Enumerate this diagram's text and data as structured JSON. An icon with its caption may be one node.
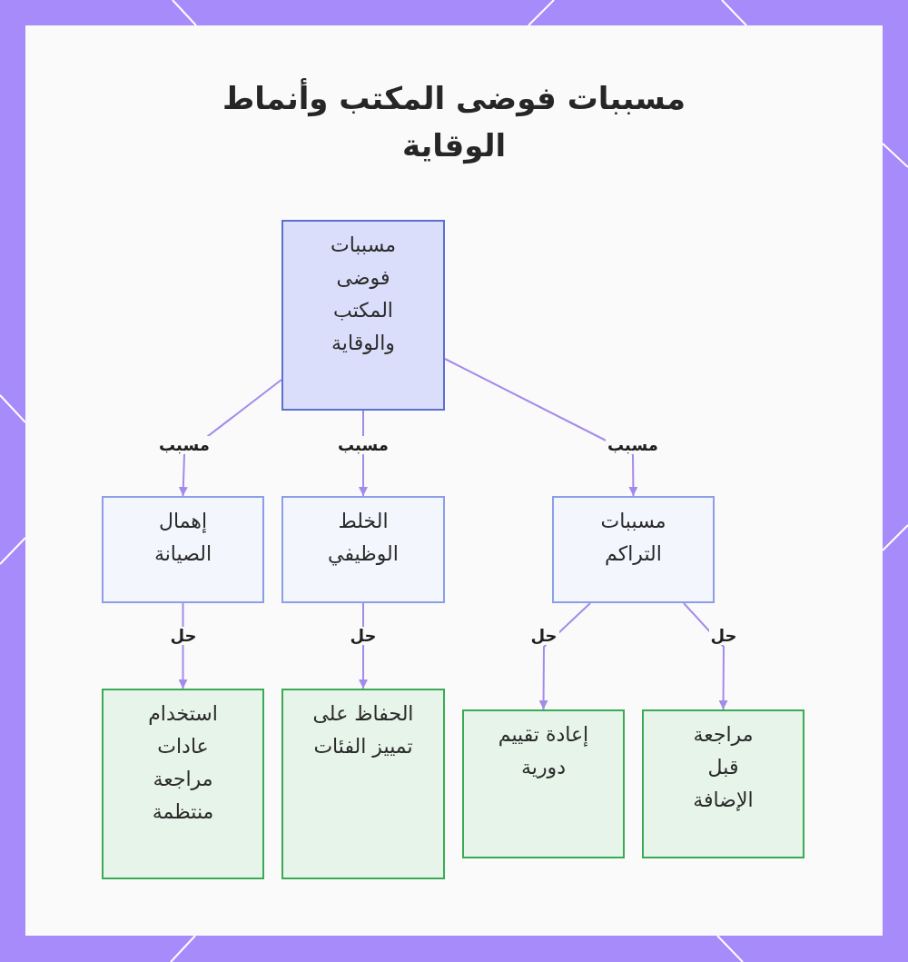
{
  "diagram": {
    "title": "مسببات فوضى المكتب وأنماط الوقاية",
    "nodes": [
      {
        "text": [
          "مسببات فوضى المكتب والوقاية"
        ]
      },
      {
        "text": [
          "إهمال الصيانة"
        ]
      },
      {
        "text": [
          "الخلط الوظيفي"
        ]
      },
      {
        "text": [
          "مسببات التراكم"
        ]
      },
      {
        "text": [
          "استخدام عادات مراجعة منتظمة"
        ]
      },
      {
        "text": [
          "الحفاظ على تمييز الفئات"
        ]
      },
      {
        "text": [
          "إعادة تقييم دورية"
        ]
      },
      {
        "text": [
          "مراجعة قبل الإضافة"
        ]
      }
    ],
    "edges": [
      {
        "from": 0,
        "to": 1,
        "arrow": "to",
        "label": "مسبب"
      },
      {
        "from": 0,
        "to": 2,
        "arrow": "to",
        "label": "مسبب"
      },
      {
        "from": 0,
        "to": 3,
        "arrow": "to",
        "label": "مسبب"
      },
      {
        "from": 1,
        "to": 4,
        "arrow": "to",
        "label": "حل"
      },
      {
        "from": 2,
        "to": 5,
        "arrow": "to",
        "label": "حل"
      },
      {
        "from": 3,
        "to": 6,
        "arrow": "to",
        "label": "حل"
      },
      {
        "from": 3,
        "to": 7,
        "arrow": "to",
        "label": "حل"
      }
    ]
  }
}
